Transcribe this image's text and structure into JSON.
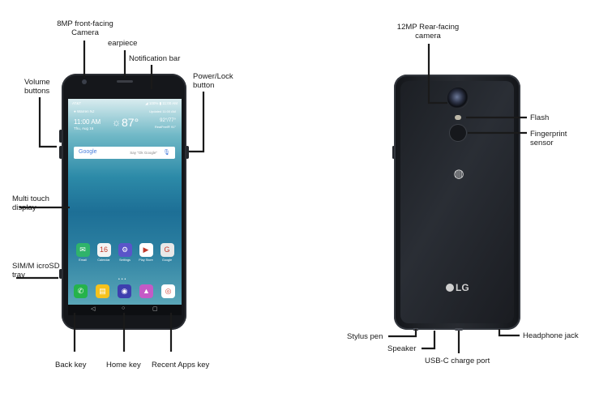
{
  "labels": {
    "front_camera": "8MP front-facing\nCamera",
    "earpiece": "earpiece",
    "notification_bar": "Notification bar",
    "volume_buttons": "Volume\nbuttons",
    "power_lock": "Power/Lock\nbutton",
    "multi_touch": "Multi touch\ndisplay",
    "sim_tray": "SIM/M icroSD\ntray",
    "back_key": "Back key",
    "home_key": "Home key",
    "recent_apps": "Recent Apps key",
    "rear_camera": "12MP Rear-facing\ncamera",
    "flash": "Flash",
    "fingerprint": "Fingerprint\nsensor",
    "stylus": "Stylus pen",
    "speaker": "Speaker",
    "usbc": "USB-C charge port",
    "headphone": "Headphone jack"
  },
  "screen": {
    "carrier": "AT&T",
    "status_right": "◢ 100% ▮ 11:00 AM",
    "location": "Warren NJ",
    "updated": "Updated 11:00 AM",
    "time": "11:00 AM",
    "date": "Thu, Aug 16",
    "temperature": "87°",
    "hi_lo": "92°/77°",
    "weather_loc": "RealFeel® 91°",
    "search_logo": "Google",
    "search_hint": "Say \"Ok Google\"",
    "apps": [
      {
        "label": "Email",
        "glyph": "✉",
        "color": "#2fb36b"
      },
      {
        "label": "Calendar",
        "glyph": "16",
        "color": "#f4f4f4"
      },
      {
        "label": "Settings",
        "glyph": "⚙",
        "color": "#5a55c9"
      },
      {
        "label": "Play Store",
        "glyph": "▶",
        "color": "#ffffff"
      },
      {
        "label": "Google",
        "glyph": "G",
        "color": "#e8e8e8"
      }
    ],
    "dock": [
      {
        "glyph": "✆",
        "color": "#25b34b"
      },
      {
        "glyph": "▤",
        "color": "#f6c21c"
      },
      {
        "glyph": "◉",
        "color": "#3d3fae"
      },
      {
        "glyph": "▲",
        "color": "#c45ac6"
      },
      {
        "glyph": "◎",
        "color": "#ffffff"
      }
    ],
    "nav": {
      "back": "◁",
      "home": "○",
      "recent": "▢"
    }
  },
  "back": {
    "carrier_logo": "att-globe-icon",
    "brand": "LG"
  }
}
